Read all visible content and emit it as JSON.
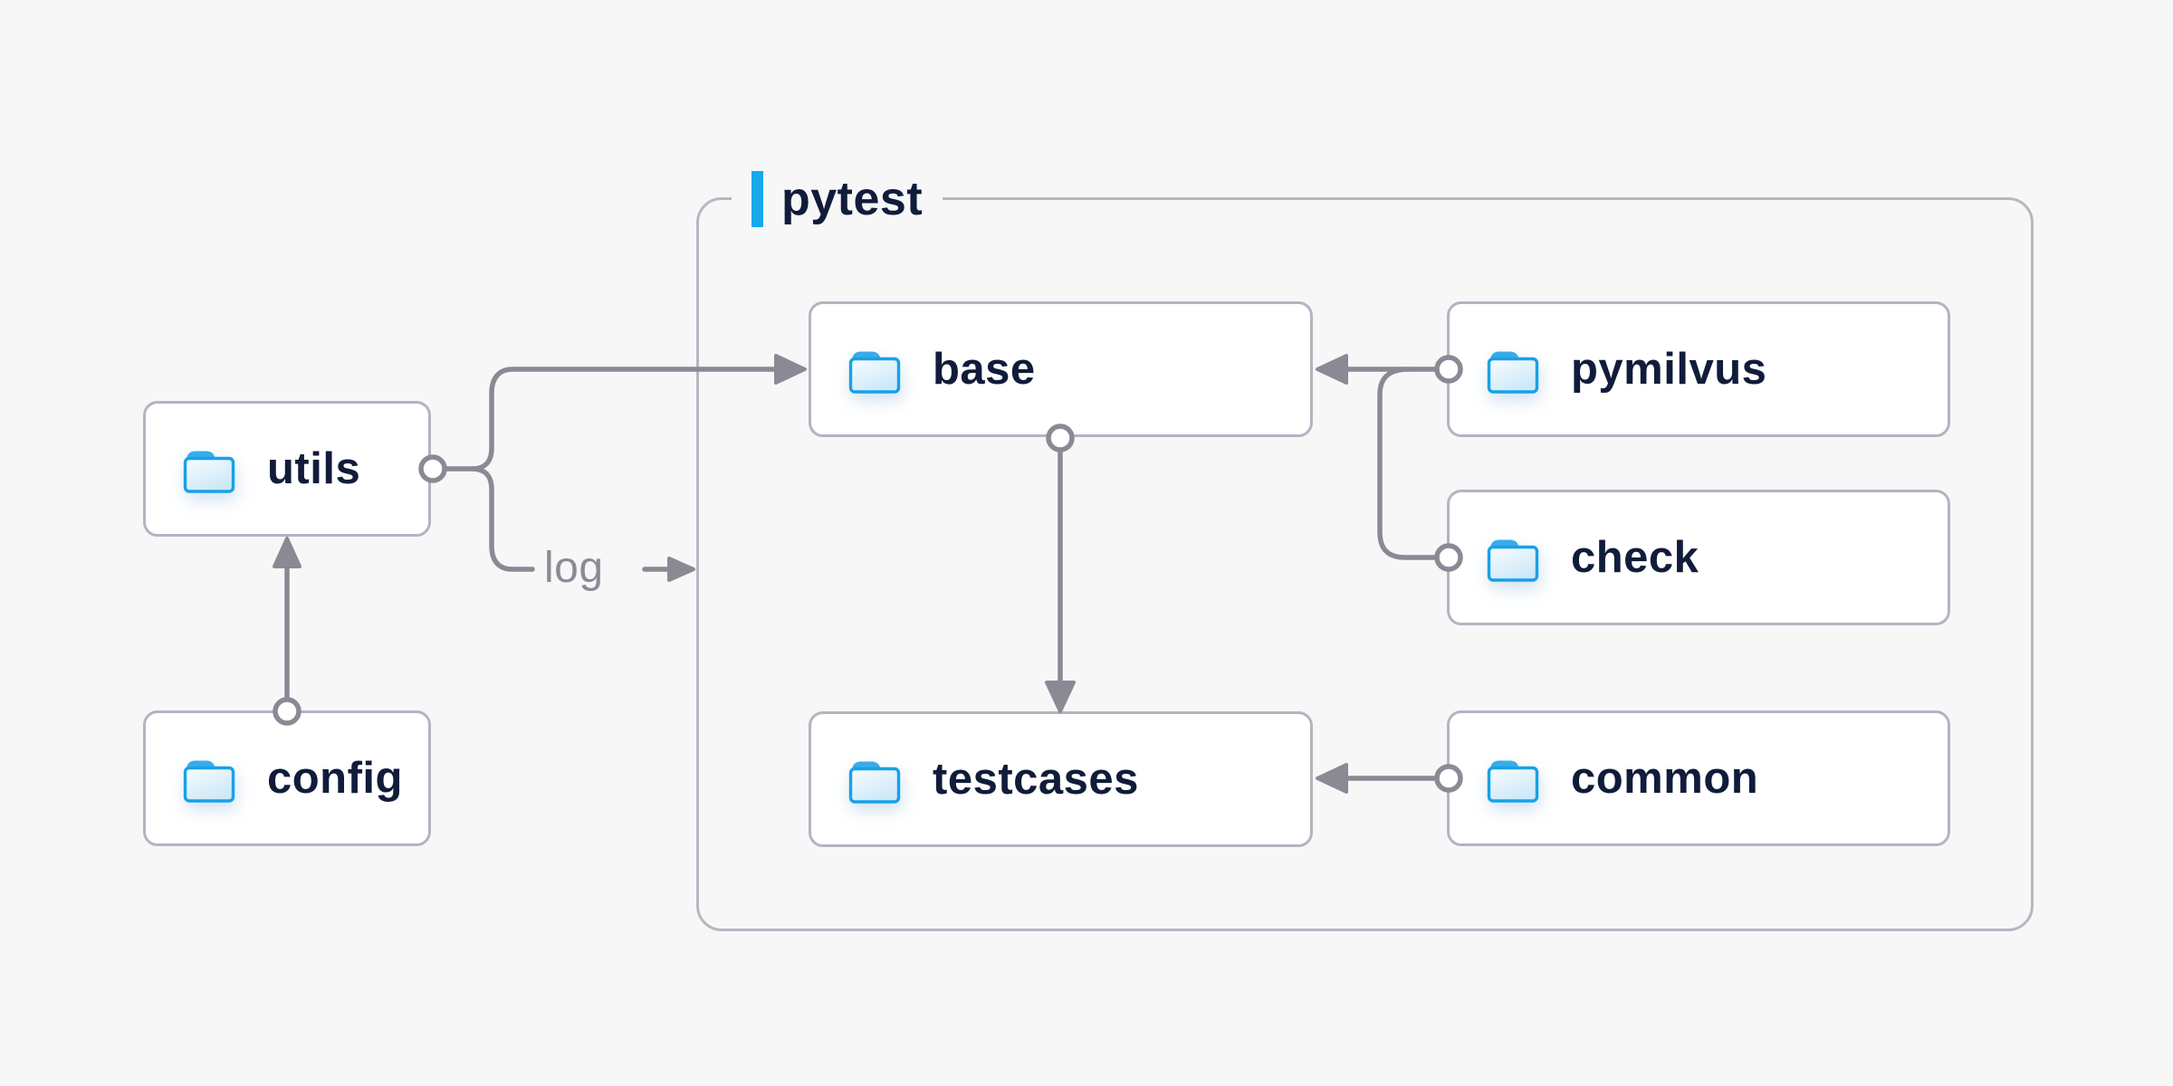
{
  "diagram": {
    "group": {
      "label": "pytest",
      "contains": [
        "base",
        "testcases",
        "pymilvus",
        "check",
        "common"
      ]
    },
    "nodes": [
      {
        "id": "utils",
        "label": "utils",
        "icon": "folder-icon"
      },
      {
        "id": "config",
        "label": "config",
        "icon": "folder-icon"
      },
      {
        "id": "base",
        "label": "base",
        "icon": "folder-icon"
      },
      {
        "id": "testcases",
        "label": "testcases",
        "icon": "folder-icon"
      },
      {
        "id": "pymilvus",
        "label": "pymilvus",
        "icon": "folder-icon"
      },
      {
        "id": "check",
        "label": "check",
        "icon": "folder-icon"
      },
      {
        "id": "common",
        "label": "common",
        "icon": "folder-icon"
      }
    ],
    "edge_label": "log",
    "edges": [
      {
        "source": "config",
        "target": "utils",
        "marker": "arrow"
      },
      {
        "source": "utils",
        "target": "base",
        "marker": "arrow"
      },
      {
        "source": "utils",
        "target": "pytest-group",
        "marker": "arrow",
        "label": "log"
      },
      {
        "source": "pymilvus",
        "target": "base",
        "marker": "arrow"
      },
      {
        "source": "check",
        "target": "base",
        "marker": "joins-pymilvus-line"
      },
      {
        "source": "base",
        "target": "testcases",
        "marker": "arrow"
      },
      {
        "source": "common",
        "target": "testcases",
        "marker": "arrow"
      }
    ]
  },
  "colors": {
    "background": "#f7f7f8",
    "node_fill": "#ffffff",
    "node_border": "#b4b4c1",
    "group_border": "#b7b7c3",
    "connector": "#8a8a94",
    "text": "#101c3a",
    "muted_text": "#8b8b96",
    "accent": "#16a9ec",
    "folder_stroke": "#17a1e8",
    "folder_tab": "#38ace9",
    "folder_fill_light": "#f8fcfe",
    "folder_fill_dark": "#cde8f8"
  }
}
